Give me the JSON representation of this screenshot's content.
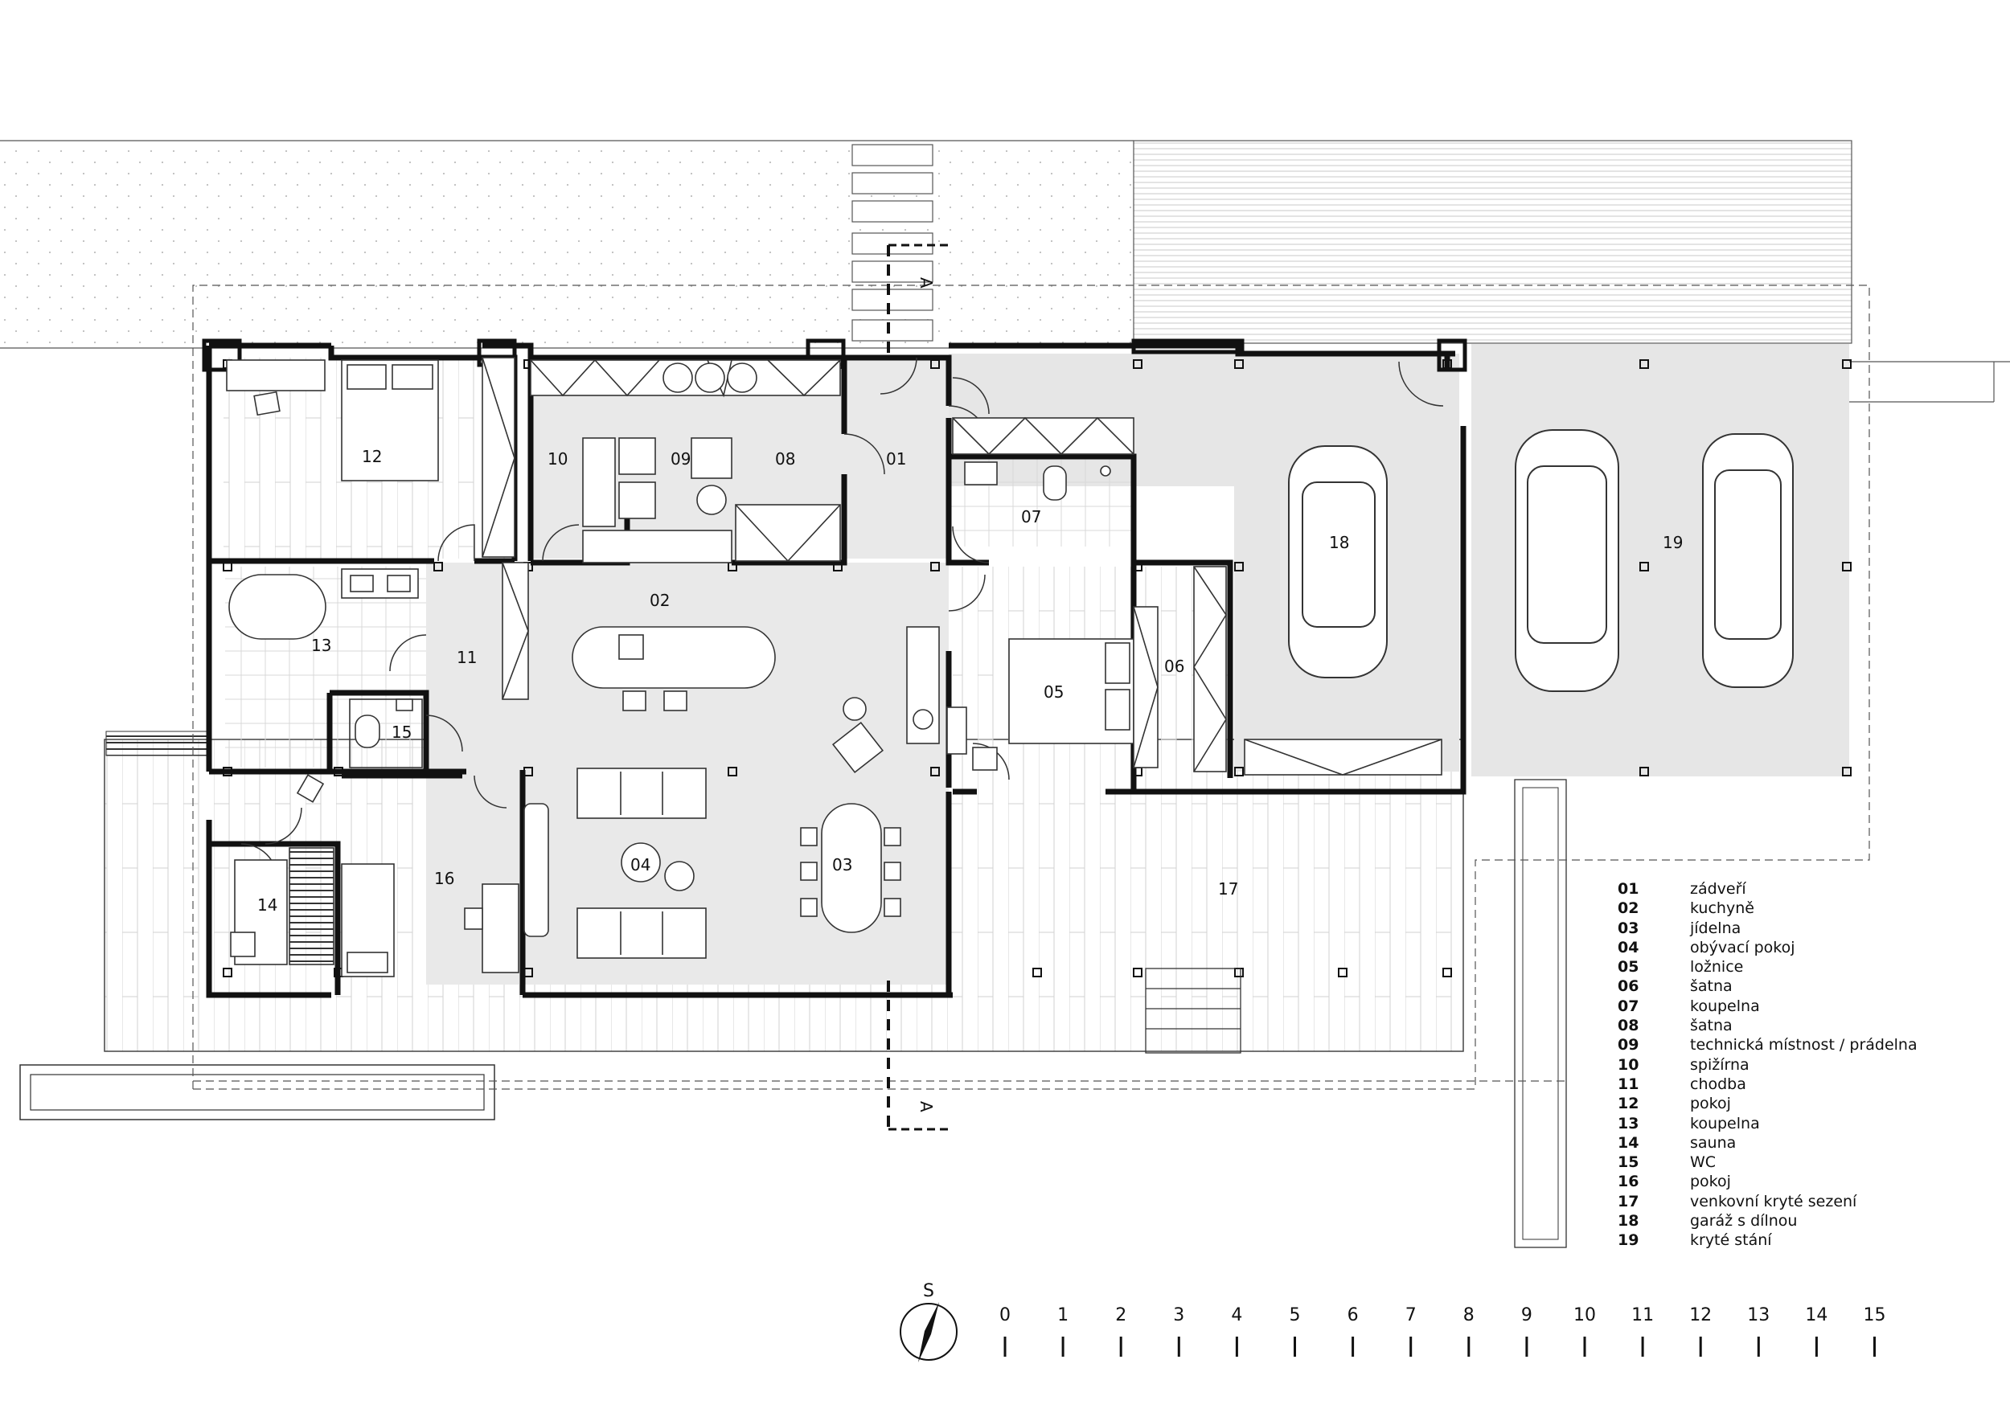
{
  "rooms": [
    {
      "code": "01",
      "name": "zádveří"
    },
    {
      "code": "02",
      "name": "kuchyně"
    },
    {
      "code": "03",
      "name": "jídelna"
    },
    {
      "code": "04",
      "name": "obývací pokoj"
    },
    {
      "code": "05",
      "name": "ložnice"
    },
    {
      "code": "06",
      "name": "šatna"
    },
    {
      "code": "07",
      "name": "koupelna"
    },
    {
      "code": "08",
      "name": "šatna"
    },
    {
      "code": "09",
      "name": "technická místnost / prádelna"
    },
    {
      "code": "10",
      "name": "spižírna"
    },
    {
      "code": "11",
      "name": "chodba"
    },
    {
      "code": "12",
      "name": "pokoj"
    },
    {
      "code": "13",
      "name": "koupelna"
    },
    {
      "code": "14",
      "name": "sauna"
    },
    {
      "code": "15",
      "name": "WC"
    },
    {
      "code": "16",
      "name": "pokoj"
    },
    {
      "code": "17",
      "name": "venkovní kryté sezení"
    },
    {
      "code": "18",
      "name": "garáž s dílnou"
    },
    {
      "code": "19",
      "name": "kryté stání"
    }
  ],
  "scale": {
    "ticks": [
      "0",
      "1",
      "2",
      "3",
      "4",
      "5",
      "6",
      "7",
      "8",
      "9",
      "10",
      "11",
      "12",
      "13",
      "14",
      "15"
    ]
  },
  "north_label": "S",
  "section_marker": "A"
}
